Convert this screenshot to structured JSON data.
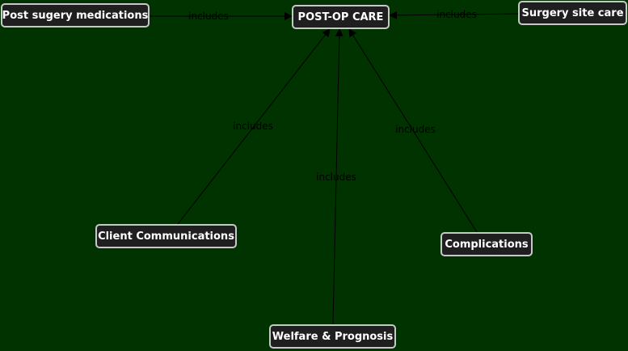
{
  "colors": {
    "background": "#003300",
    "node_fill": "#1f1f1f",
    "node_border": "#c8c8c8",
    "node_text": "#ffffff",
    "edge": "#000000",
    "edge_label": "#000000"
  },
  "nodes": {
    "post_op_care": "POST-OP CARE",
    "post_surgery_medications": "Post sugery medications",
    "surgery_site_care": "Surgery site care",
    "client_communications": "Client Communications",
    "complications": "Complications",
    "welfare_prognosis": "Welfare & Prognosis"
  },
  "edges": [
    {
      "from": "post_surgery_medications",
      "to": "post_op_care",
      "label": "includes"
    },
    {
      "from": "surgery_site_care",
      "to": "post_op_care",
      "label": "includes"
    },
    {
      "from": "client_communications",
      "to": "post_op_care",
      "label": "includes"
    },
    {
      "from": "welfare_prognosis",
      "to": "post_op_care",
      "label": "includes"
    },
    {
      "from": "complications",
      "to": "post_op_care",
      "label": "includes"
    }
  ]
}
